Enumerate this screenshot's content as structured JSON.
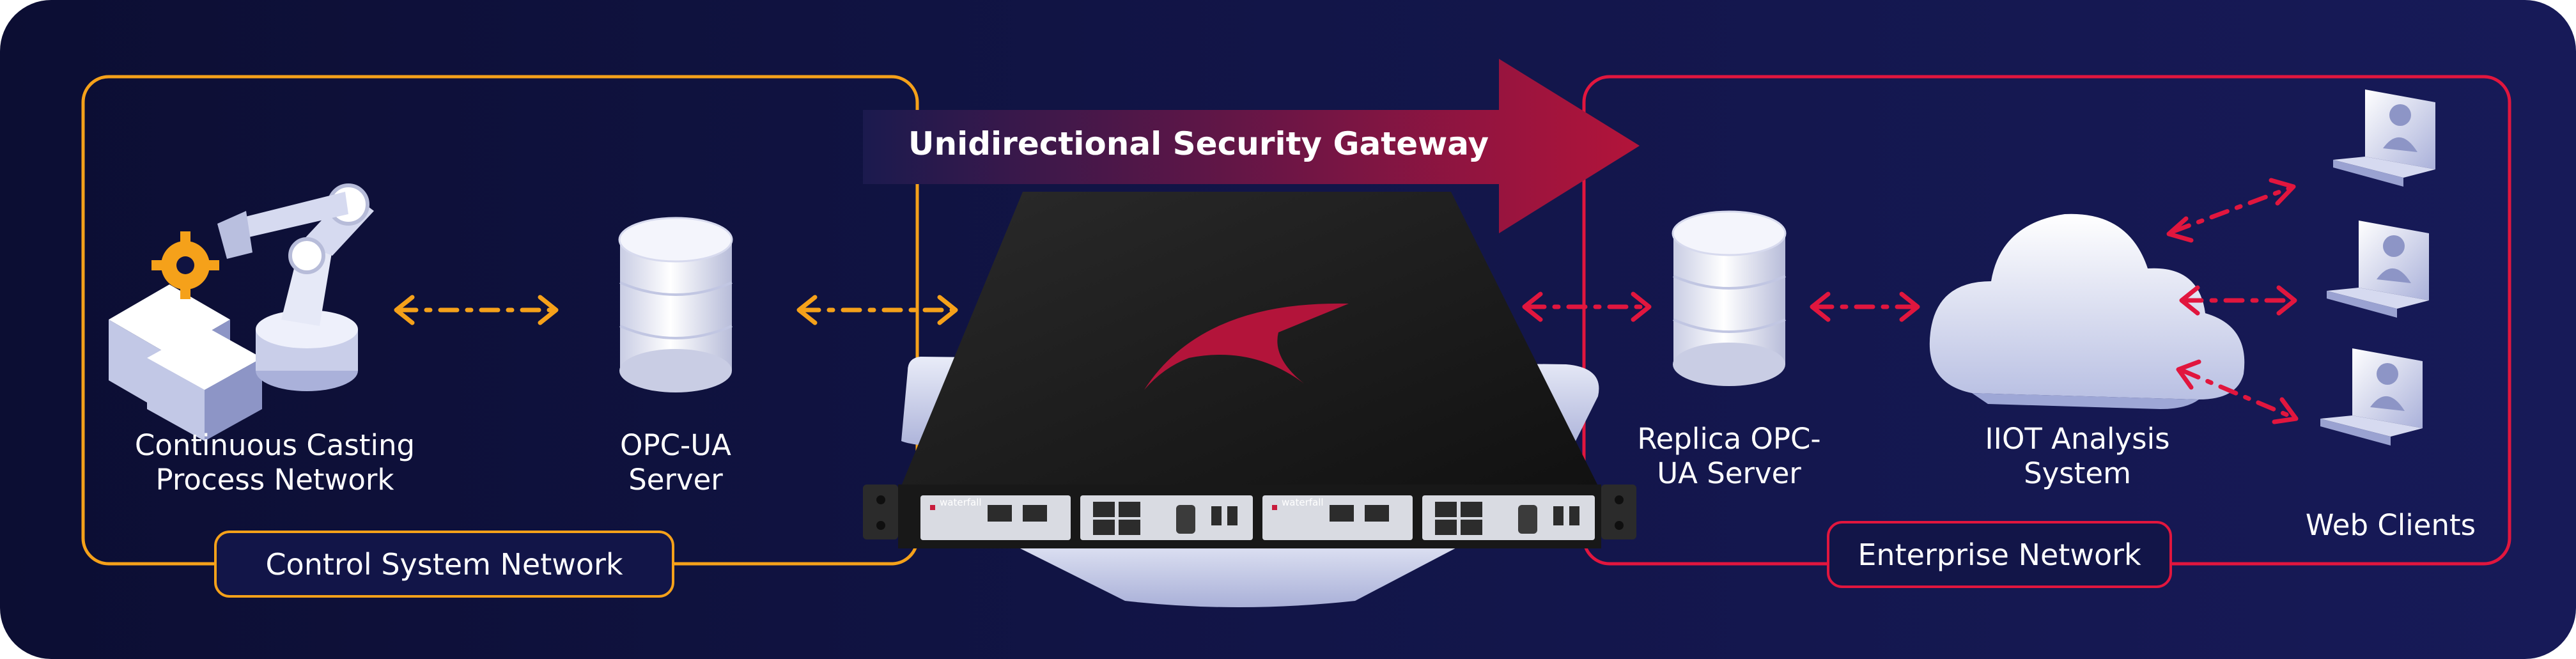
{
  "colors": {
    "background": "#101341",
    "control_accent": "#f5a11a",
    "enterprise_accent": "#e1163e",
    "arrow_gradient_start": "#1b1a4e",
    "arrow_gradient_end": "#b3143a",
    "device_body": "#171717"
  },
  "gateway": {
    "title": "Unidirectional Security Gateway",
    "brand": "waterfall"
  },
  "control_network": {
    "label": "Control System Network",
    "casting": {
      "line1": "Continuous Casting",
      "line2": "Process Network"
    },
    "opcua": {
      "line1": "OPC-UA",
      "line2": "Server"
    }
  },
  "enterprise_network": {
    "label": "Enterprise Network",
    "replica": {
      "line1": "Replica OPC-",
      "line2": "UA Server"
    },
    "iiot": {
      "line1": "IIOT Analysis",
      "line2": "System"
    },
    "web_clients": "Web Clients"
  },
  "icons": [
    "robot-arm-factory-icon",
    "database-icon",
    "cloud-icon",
    "laptop-user-icon",
    "dash-dot-arrow-icon",
    "gateway-appliance-icon"
  ]
}
